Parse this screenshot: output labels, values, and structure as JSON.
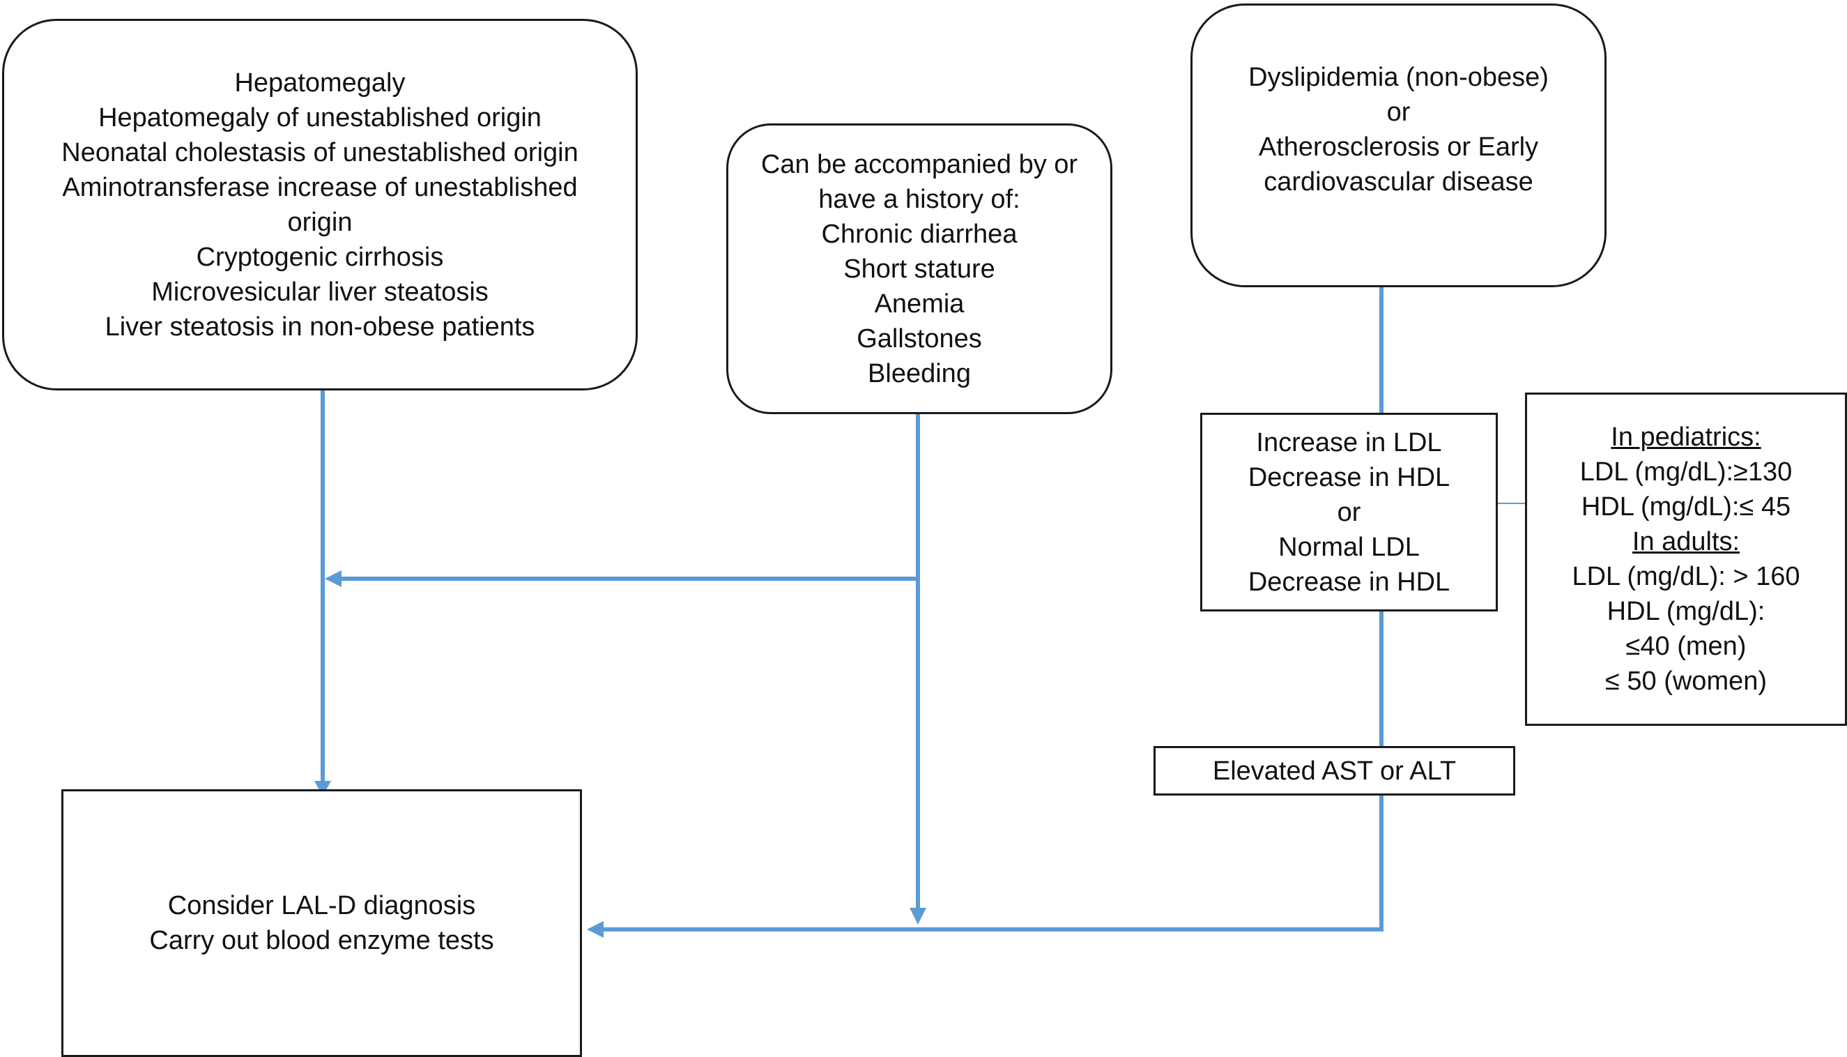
{
  "hepatic_box": {
    "lines": [
      "Hepatomegaly",
      "Hepatomegaly of unestablished origin",
      "Neonatal cholestasis of unestablished origin",
      "Aminotransferase increase of unestablished",
      "origin",
      "Cryptogenic cirrhosis",
      "Microvesicular liver steatosis",
      "Liver steatosis in non-obese patients"
    ]
  },
  "history_box": {
    "lines": [
      "Can be accompanied by or",
      "have a history of:",
      "Chronic diarrhea",
      "Short stature",
      "Anemia",
      "Gallstones",
      "Bleeding"
    ]
  },
  "dyslipidemia_box": {
    "lines": [
      "Dyslipidemia (non-obese)",
      "or",
      "Atherosclerosis or Early",
      "cardiovascular disease"
    ]
  },
  "lipid_box": {
    "lines": [
      "Increase in LDL",
      "Decrease in HDL",
      "or",
      "Normal LDL",
      "Decrease in HDL"
    ]
  },
  "thresholds_box": {
    "pediatrics_heading": "In pediatrics:",
    "pediatrics_ldl": "LDL (mg/dL):≥130",
    "pediatrics_hdl": "HDL (mg/dL):≤ 45",
    "adults_heading": "In adults:",
    "adults_ldl": "LDL (mg/dL): > 160",
    "adults_hdl": "HDL (mg/dL):",
    "adults_hdl_men": "≤40 (men)",
    "adults_hdl_women": "≤ 50 (women)"
  },
  "enzyme_box": {
    "label": "Elevated AST or ALT"
  },
  "diagnosis_box": {
    "lines": [
      "Consider LAL-D diagnosis",
      "Carry out blood enzyme tests"
    ]
  },
  "colors": {
    "connector": "#5b9bd5",
    "border": "#1a1a1a",
    "text": "#111111",
    "background": "#ffffff"
  }
}
